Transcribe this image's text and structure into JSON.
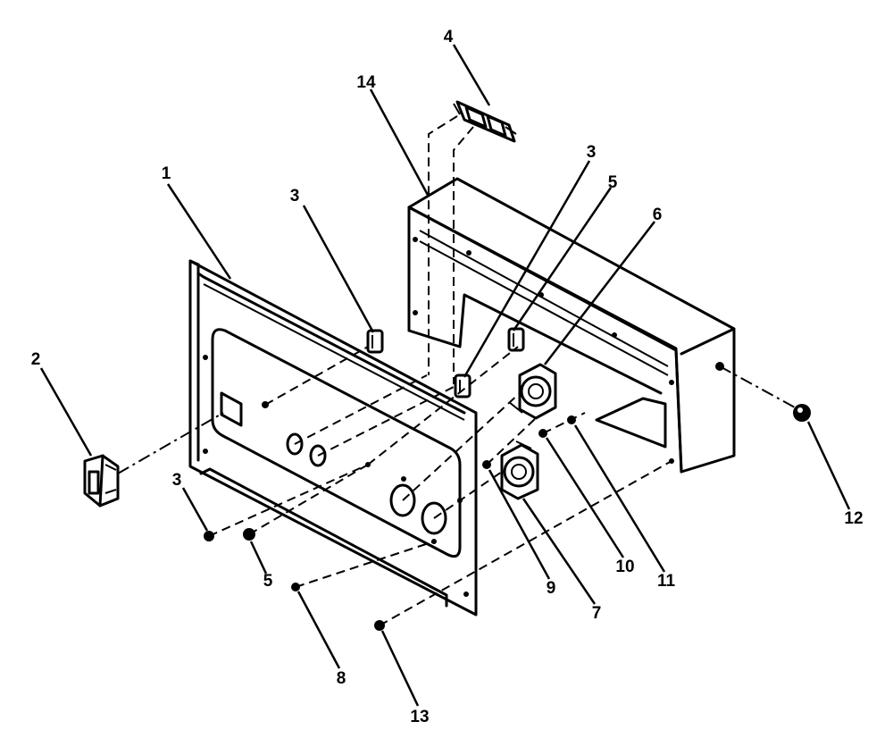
{
  "callouts": {
    "c1": "1",
    "c2": "2",
    "c3a": "3",
    "c3b": "3",
    "c3c": "3",
    "c4": "4",
    "c5a": "5",
    "c5b": "5",
    "c6": "6",
    "c7": "7",
    "c8": "8",
    "c9": "9",
    "c10": "10",
    "c11": "11",
    "c12": "12",
    "c13": "13",
    "c14": "14"
  },
  "colors": {
    "ink": "#000000",
    "paper": "#ffffff"
  }
}
